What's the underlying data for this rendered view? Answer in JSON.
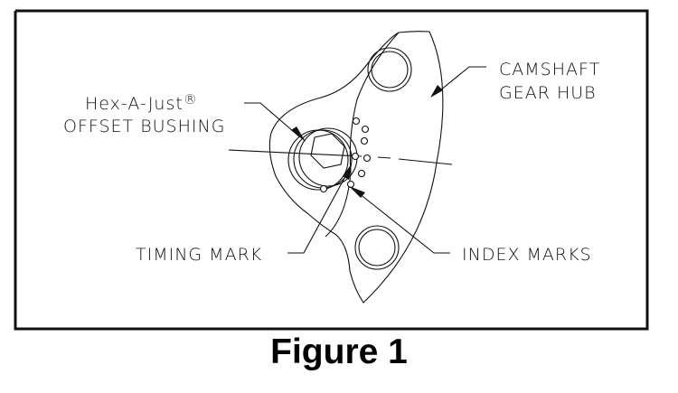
{
  "figure": {
    "caption": "Figure 1",
    "labels": {
      "bushing_line1": "Hex-A-Just",
      "bushing_registered": "®",
      "bushing_line2": "OFFSET BUSHING",
      "hub_line1": "CAMSHAFT",
      "hub_line2": "GEAR HUB",
      "timing_mark": "TIMING MARK",
      "index_marks": "INDEX MARKS"
    }
  },
  "colors": {
    "line": "#111111",
    "background": "#ffffff"
  }
}
